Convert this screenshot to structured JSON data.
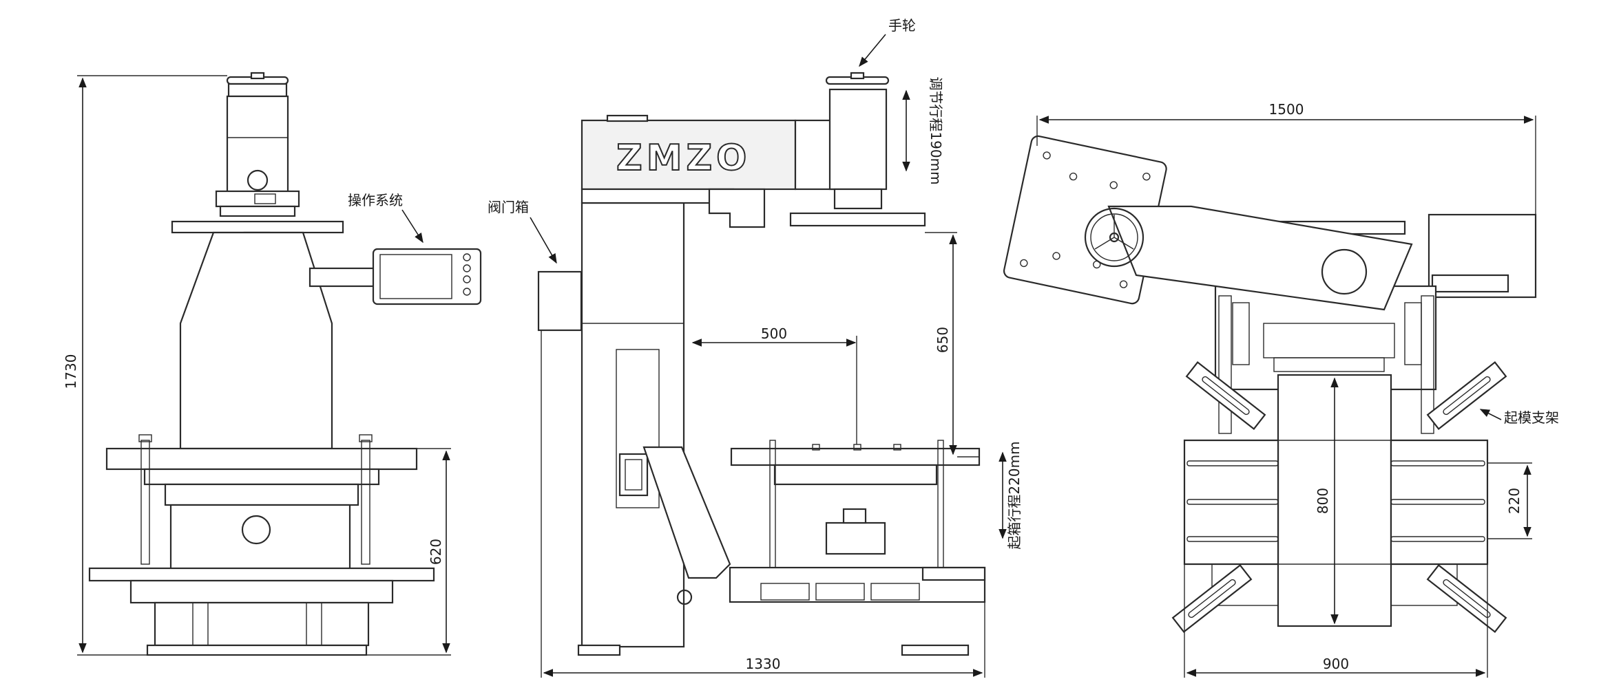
{
  "labels": {
    "handwheel": "手轮",
    "control_system": "操作系统",
    "valve_box": "阀门箱",
    "mold_lift_bracket": "起模支架",
    "adjust_stroke": "调节行程190mm",
    "box_lift_stroke": "起箱行程220mm",
    "brand_logo": "ZMZO"
  },
  "dimensions": {
    "front_height": "1730",
    "front_table_height": "620",
    "side_reach": "500",
    "side_head_height": "650",
    "side_width": "1330",
    "top_width": "1500",
    "top_depth": "800",
    "top_slot_pitch": "220",
    "top_table_width": "900"
  }
}
